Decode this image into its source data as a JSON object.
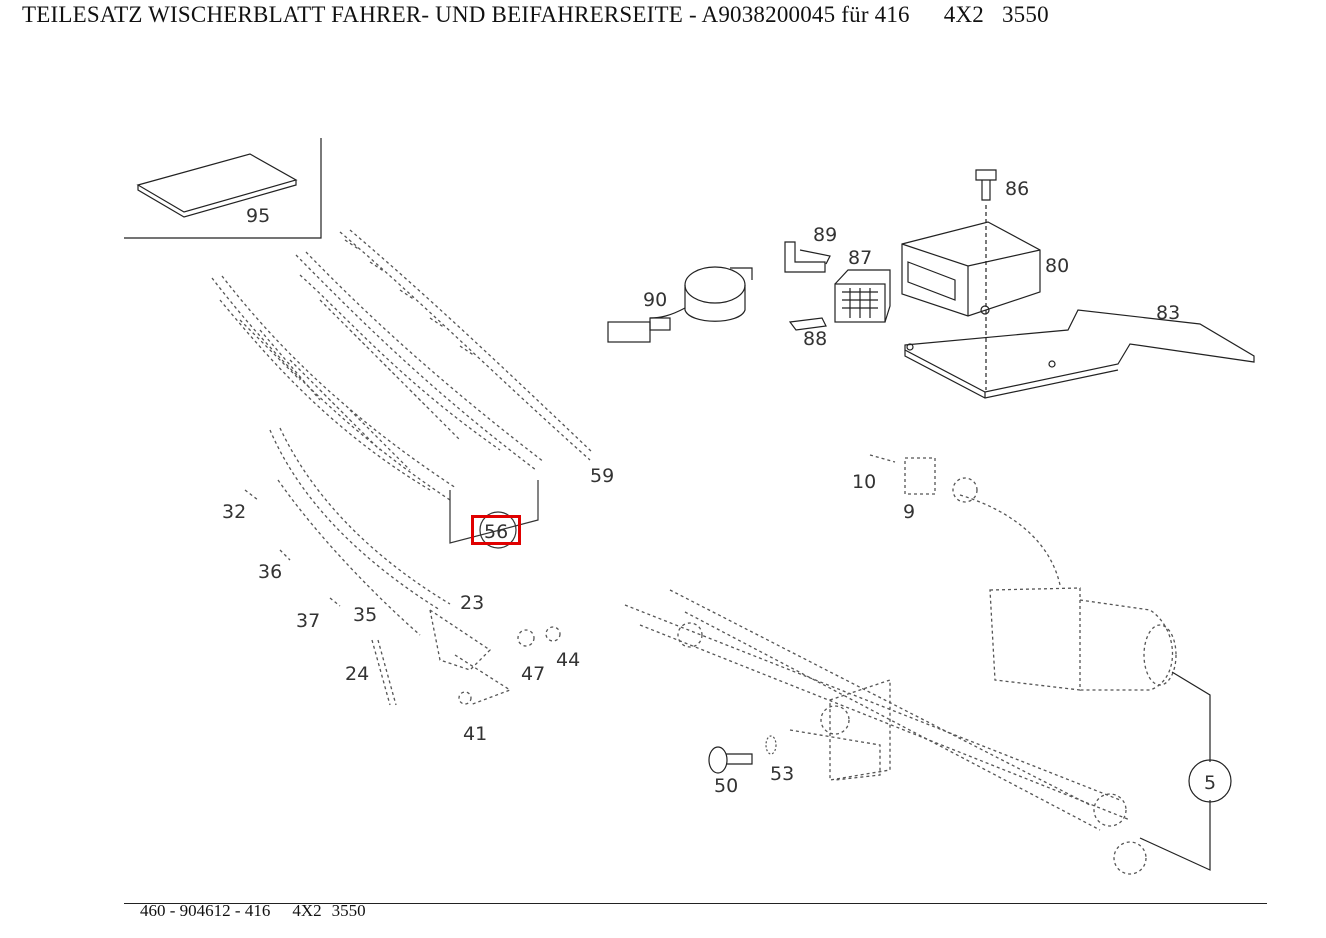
{
  "title": {
    "text": "TEILESATZ WISCHERBLATT FAHRER- UND BEIFAHRERSEITE - A9038200045 für 416",
    "model": "4X2",
    "code": "3550"
  },
  "footer": {
    "doc": "460 - 904612 - 416",
    "model": "4X2",
    "code": "3550"
  },
  "highlight": {
    "part": "56",
    "color": "#e00000"
  },
  "callouts": {
    "p95": "95",
    "p86": "86",
    "p89": "89",
    "p87": "87",
    "p80": "80",
    "p90": "90",
    "p88": "88",
    "p83": "83",
    "p59": "59",
    "p56": "56",
    "p10": "10",
    "p9": "9",
    "p32": "32",
    "p36": "36",
    "p23": "23",
    "p37": "37",
    "p35": "35",
    "p47": "47",
    "p44": "44",
    "p24": "24",
    "p41": "41",
    "p50": "50",
    "p53": "53",
    "p5": "5"
  }
}
